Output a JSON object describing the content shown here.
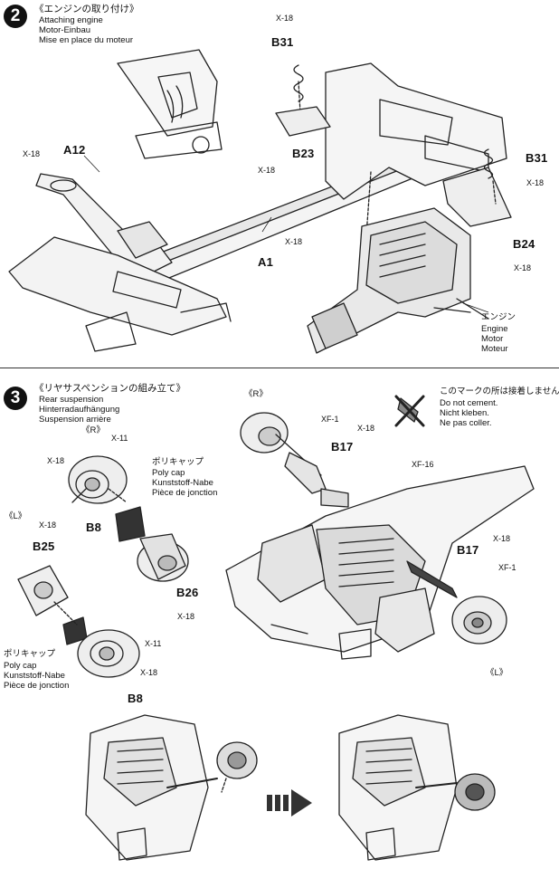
{
  "step2": {
    "number": "2",
    "title_jp": "《エンジンの取り付け》",
    "title_en": "Attaching engine",
    "title_de": "Motor-Einbau",
    "title_fr": "Mise en place du moteur",
    "parts": {
      "x18_top": "X-18",
      "b31_top": "B31",
      "b23": "B23",
      "x18_b23": "X-18",
      "x18_left": "X-18",
      "a12": "A12",
      "x18_a1": "X-18",
      "a1": "A1",
      "b31_right": "B31",
      "x18_b31_right": "X-18",
      "b24": "B24",
      "x18_b24": "X-18"
    },
    "engine_label": {
      "jp": "エンジン",
      "en": "Engine",
      "de": "Motor",
      "fr": "Moteur"
    }
  },
  "step3": {
    "number": "3",
    "title_jp": "《リヤサスペンションの組み立て》",
    "title_en": "Rear suspension",
    "title_de": "Hinterradaufhängung",
    "title_fr": "Suspension arrière",
    "no_cement": {
      "jp": "このマークの所は接着しません。",
      "en": "Do not cement.",
      "de": "Nicht kleben.",
      "fr": "Ne pas coller."
    },
    "left_detail": {
      "r_label": "《R》",
      "l_label": "《L》",
      "x11_top": "X-11",
      "x18_r": "X-18",
      "b8_top": "B8",
      "polycap_top": {
        "jp": "ポリキャップ",
        "en": "Poly cap",
        "de": "Kunststoff-Nabe",
        "fr": "Pièce de jonction"
      },
      "x18_l": "X-18",
      "b25": "B25",
      "b26": "B26",
      "x18_b26": "X-18",
      "polycap_bottom": {
        "jp": "ポリキャップ",
        "en": "Poly cap",
        "de": "Kunststoff-Nabe",
        "fr": "Pièce de jonction"
      },
      "x11_bottom": "X-11",
      "x18_bottom": "X-18",
      "b8_bottom": "B8"
    },
    "main": {
      "r_label": "《R》",
      "xf1_top": "XF-1",
      "x18_top": "X-18",
      "b17_top": "B17",
      "xf16": "XF-16",
      "b17_bottom": "B17",
      "x18_right": "X-18",
      "xf1_right": "XF-1",
      "l_label": "《L》"
    }
  }
}
